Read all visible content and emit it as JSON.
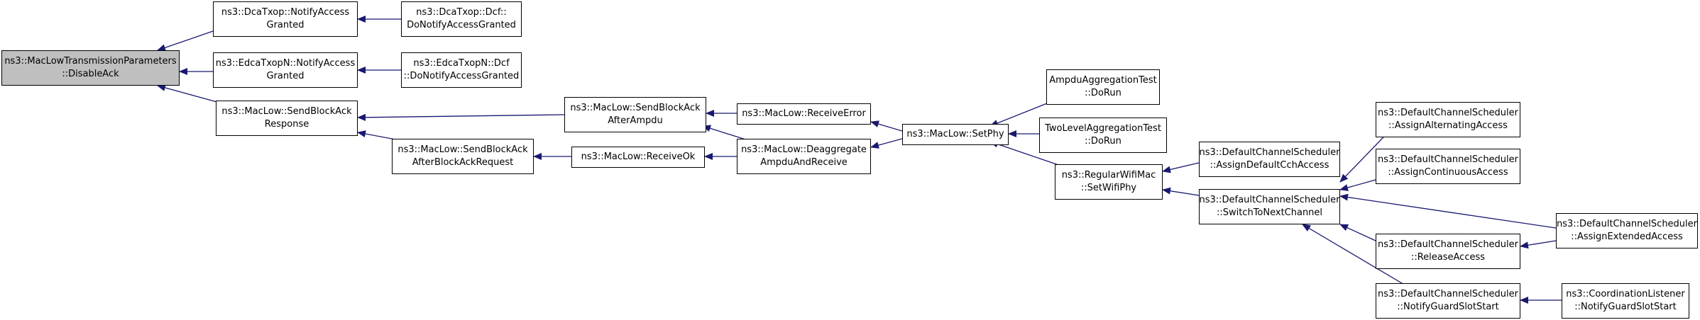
{
  "graph": {
    "edge_color": "#191970",
    "root_fill": "#bfbfbf",
    "nodes": {
      "disable_ack": [
        "ns3::MacLowTransmissionParameters",
        "::DisableAck"
      ],
      "dca_notify": [
        "ns3::DcaTxop::NotifyAccess",
        "Granted"
      ],
      "dca_dcf": [
        "ns3::DcaTxop::Dcf::",
        "DoNotifyAccessGranted"
      ],
      "edca_notify": [
        "ns3::EdcaTxopN::NotifyAccess",
        "Granted"
      ],
      "edca_dcf": [
        "ns3::EdcaTxopN::Dcf",
        "::DoNotifyAccessGranted"
      ],
      "send_block_ack_resp": [
        "ns3::MacLow::SendBlockAck",
        "Response"
      ],
      "send_block_ack_after_ampdu": [
        "ns3::MacLow::SendBlockAck",
        "AfterAmpdu"
      ],
      "receive_error": [
        "ns3::MacLow::ReceiveError"
      ],
      "send_block_ack_after_req": [
        "ns3::MacLow::SendBlockAck",
        "AfterBlockAckRequest"
      ],
      "receive_ok": [
        "ns3::MacLow::ReceiveOk"
      ],
      "deaggregate": [
        "ns3::MacLow::Deaggregate",
        "AmpduAndReceive"
      ],
      "set_phy": [
        "ns3::MacLow::SetPhy"
      ],
      "ampdu_test": [
        "AmpduAggregationTest",
        "::DoRun"
      ],
      "two_level_test": [
        "TwoLevelAggregationTest",
        "::DoRun"
      ],
      "regular_wifi_mac": [
        "ns3::RegularWifiMac",
        "::SetWifiPhy"
      ],
      "assign_default_cch": [
        "ns3::DefaultChannelScheduler",
        "::AssignDefaultCchAccess"
      ],
      "switch_to_next": [
        "ns3::DefaultChannelScheduler",
        "::SwitchToNextChannel"
      ],
      "assign_alternating": [
        "ns3::DefaultChannelScheduler",
        "::AssignAlternatingAccess"
      ],
      "assign_continuous": [
        "ns3::DefaultChannelScheduler",
        "::AssignContinuousAccess"
      ],
      "release_access": [
        "ns3::DefaultChannelScheduler",
        "::ReleaseAccess"
      ],
      "notify_guard": [
        "ns3::DefaultChannelScheduler",
        "::NotifyGuardSlotStart"
      ],
      "assign_extended": [
        "ns3::DefaultChannelScheduler",
        "::AssignExtendedAccess"
      ],
      "coord_listener": [
        "ns3::CoordinationListener",
        "::NotifyGuardSlotStart"
      ]
    }
  }
}
